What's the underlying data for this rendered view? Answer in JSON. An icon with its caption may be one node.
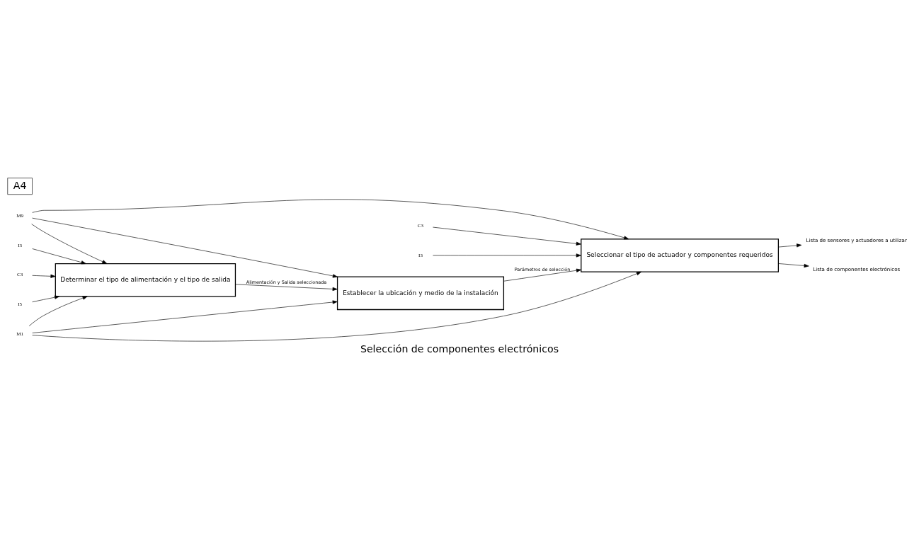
{
  "diagram": {
    "title": "Selección de componentes electrónicos",
    "nodes": [
      {
        "text": [
          "C3"
        ]
      },
      {
        "text": [
          "I3"
        ]
      },
      {
        "text": [
          "I5"
        ]
      },
      {
        "text": [
          "Determinar el tipo de alimentación y el tipo de salida"
        ]
      },
      {
        "text": [
          "Establecer la ubicación y medio de la instalación"
        ]
      },
      {
        "text": [
          "C3"
        ]
      },
      {
        "text": [
          "I3"
        ]
      },
      {
        "text": [
          "Seleccionar el tipo de actuador y componentes requeridos"
        ]
      },
      {
        "text": [
          "M9"
        ]
      },
      {
        "text": [
          "M1"
        ]
      },
      {
        "text": [
          "Lista de sensores y actuadores a utilizar"
        ]
      },
      {
        "text": [
          "Lista de componentes electrónicos"
        ]
      }
    ],
    "edges": [
      {
        "from": 0,
        "to": 3,
        "arrow": "to"
      },
      {
        "from": 1,
        "to": 3,
        "arrow": "to"
      },
      {
        "from": 2,
        "to": 3,
        "arrow": "to"
      },
      {
        "from": 3,
        "to": 4,
        "arrow": "to",
        "label": "Alimentación y Salida seleccionada"
      },
      {
        "from": 4,
        "to": 7,
        "arrow": "to",
        "label": "Parámetros de selección"
      },
      {
        "from": 5,
        "to": 7,
        "arrow": "to"
      },
      {
        "from": 6,
        "to": 7,
        "arrow": "to"
      },
      {
        "from": 7,
        "to": 10,
        "arrow": "to"
      },
      {
        "from": 7,
        "to": 11,
        "arrow": "to"
      },
      {
        "from": 8,
        "to": 3,
        "arrow": "to"
      },
      {
        "from": 9,
        "to": 3,
        "arrow": "to"
      },
      {
        "from": 9,
        "to": 4,
        "arrow": "to"
      },
      {
        "from": 8,
        "to": 4,
        "arrow": "to"
      },
      {
        "from": 8,
        "to": 7,
        "arrow": "to"
      },
      {
        "from": 9,
        "to": 7,
        "arrow": "to"
      }
    ],
    "labels": [
      "A4"
    ]
  }
}
